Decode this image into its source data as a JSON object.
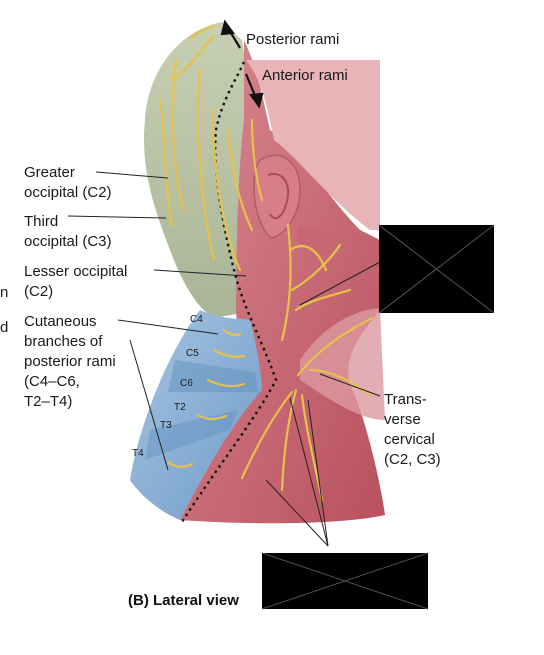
{
  "labels": {
    "posterior_rami": "Posterior rami",
    "anterior_rami": "Anterior rami",
    "greater_occipital": [
      "Greater",
      "occipital (C2)"
    ],
    "third_occipital": [
      "Third",
      "occipital (C3)"
    ],
    "lesser_occipital": [
      "Lesser occipital",
      "(C2)"
    ],
    "cutaneous_branches": [
      "Cutaneous",
      "branches of",
      "posterior rami",
      "(C4–C6,",
      "T2–T4)"
    ],
    "transverse_cervical": [
      "Trans-",
      "verse",
      "cervical",
      "(C2, C3)"
    ],
    "edge_fragment_1": "n",
    "edge_fragment_2": "d"
  },
  "levels": [
    "C4",
    "C5",
    "C6",
    "T2",
    "T3",
    "T4"
  ],
  "caption": "(B) Lateral view",
  "colors": {
    "posterior_zone": "#b9c2a3",
    "anterior_zone": "#c86c78",
    "lower_posterior": "#7fa9d1",
    "nerve": "#e8c34a"
  }
}
